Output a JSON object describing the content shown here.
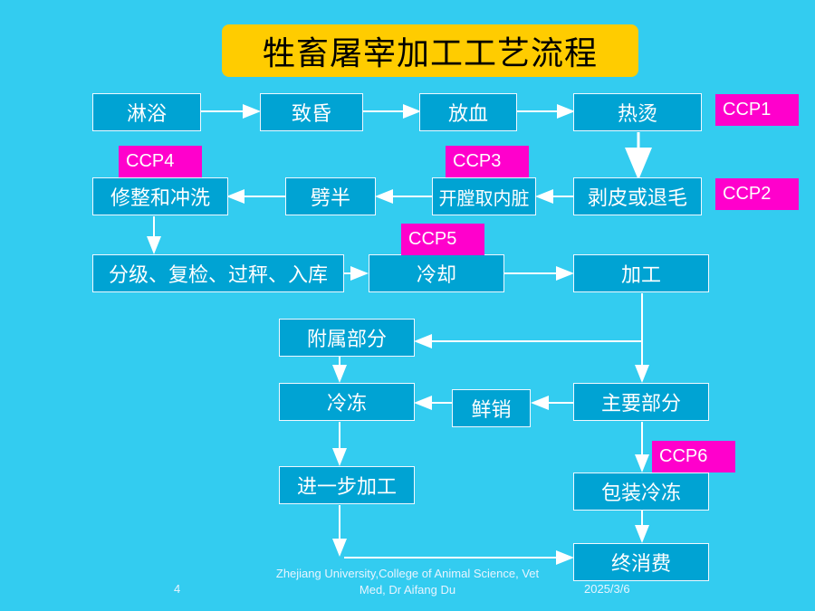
{
  "title": "牲畜屠宰加工工艺流程",
  "steps": {
    "shower": "淋浴",
    "stun": "致昏",
    "bleed": "放血",
    "scald": "热烫",
    "dehide": "剥皮或退毛",
    "eviscerate": "开膛取内脏",
    "split": "劈半",
    "trim": "修整和冲洗",
    "grade": "分级、复检、过秤、入库",
    "cool": "冷却",
    "process": "加工",
    "byproduct": "附属部分",
    "main": "主要部分",
    "freeze": "冷冻",
    "fresh": "鲜销",
    "further": "进一步加工",
    "pack": "包装冷冻",
    "consume": "终消费"
  },
  "ccp": {
    "c1": "CCP1",
    "c2": "CCP2",
    "c3": "CCP3",
    "c4": "CCP4",
    "c5": "CCP5",
    "c6": "CCP6"
  },
  "footer": {
    "page": "4",
    "credit": "Zhejiang University,College of Animal Science, Vet Med, Dr Aifang Du",
    "date": "2025/3/6"
  },
  "colors": {
    "background": "#33ccf0",
    "box": "#00a3d3",
    "title_bg": "#ffcc00",
    "ccp": "#ff00cc"
  }
}
